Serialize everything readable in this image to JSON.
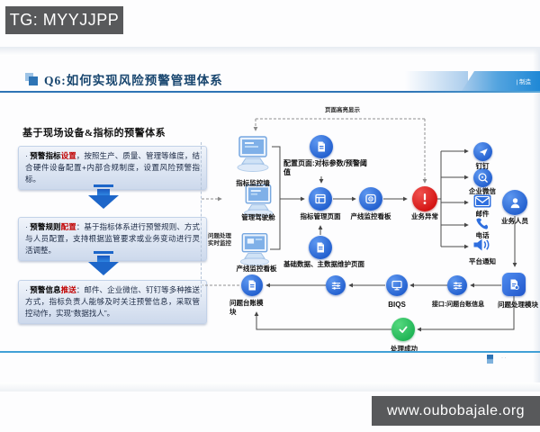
{
  "banners": {
    "top": "TG: MYYJJPP",
    "bottom": "www.oubobajale.org"
  },
  "header": {
    "title": "Q6:如何实现风险预警管理体系",
    "badge": "| 制造"
  },
  "left_panel": {
    "heading": "基于现场设备&指标的预警体系",
    "bullet": "·",
    "items": [
      {
        "lead": "预警指标",
        "highlight": "设置",
        "text": "，按照生产、质量、管理等维度，结合硬件设备配置+内部合规制度，设置风险预警指标。"
      },
      {
        "lead": "预警规则",
        "highlight": "配置",
        "text": "：基于指标体系进行预警规则、方式与人员配置，支持根据监管要求或业务变动进行灵活调整。"
      },
      {
        "lead": "预警信息",
        "highlight": "推送",
        "text": "：邮件、企业微信、钉钉等多种推送方式，指标负责人能够及时关注预警信息，采取管控动作，实现“数据找人”。"
      }
    ]
  },
  "flow": {
    "page_note": "页面高亮显示",
    "monitor_note": [
      "问题处理",
      "实时监控"
    ],
    "devices": [
      "指标监控墙",
      "管理驾驶舱",
      "产线监控看板"
    ],
    "channels": [
      "钉钉",
      "企业微信",
      "邮件",
      "电话",
      "平台通知"
    ],
    "nodes": {
      "config_page": "配置页面:对标参数/预警阈值",
      "indicator_mgmt": "指标管理页面",
      "line_board": "产线监控看板",
      "biz_exception": "业务异常",
      "base_data": "基础数据、主数据维护页面",
      "biz_user": "业务人员",
      "issue_module": "问题处理模块",
      "interface": "接口:问题台账信息",
      "biqs": "BIQS",
      "ledger": "问题台账模块",
      "success": "处理成功"
    }
  },
  "colors": {
    "accent_blue": "#2e74b5",
    "node_blue": "#2f6fdf",
    "alert_red": "#d31212",
    "success_green": "#2fc76a",
    "highlight_red": "#c00000",
    "banner_gray": "#58595b"
  }
}
